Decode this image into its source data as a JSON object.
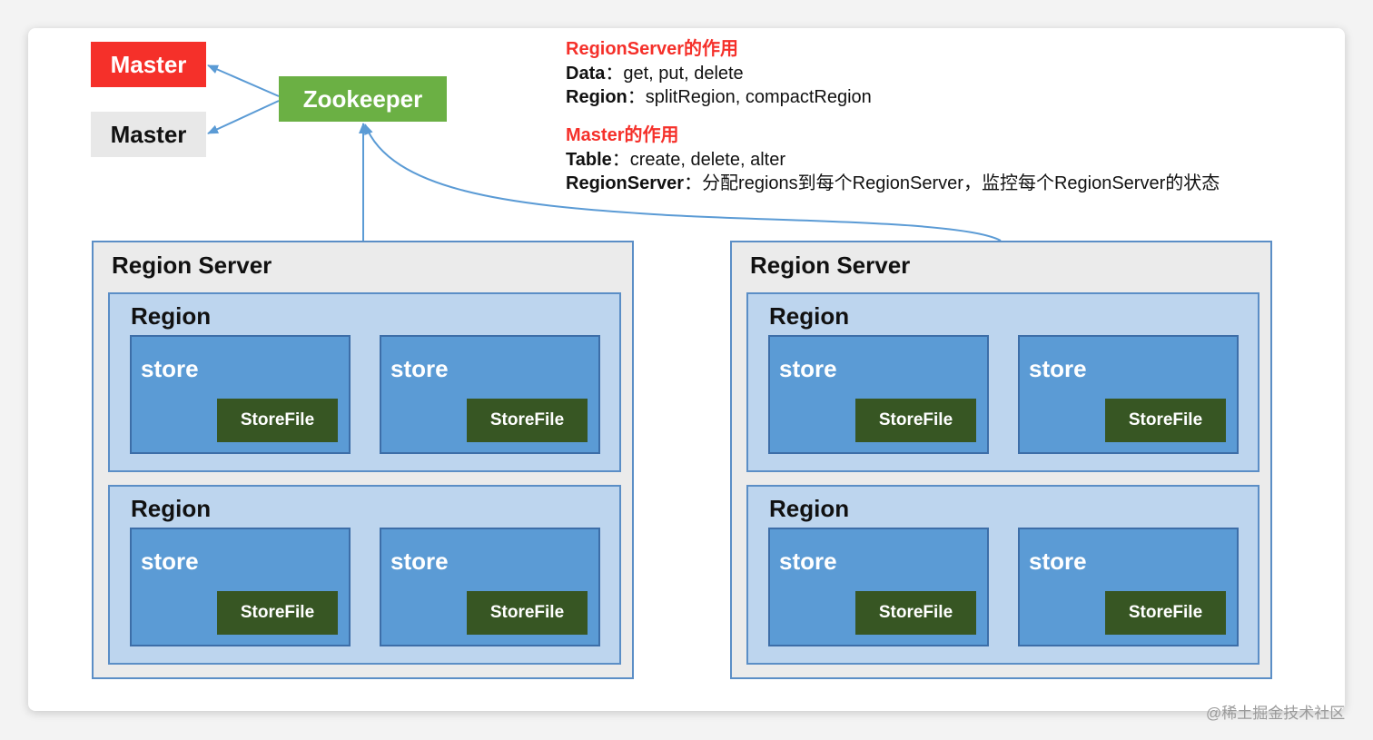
{
  "masters": [
    {
      "label": "Master",
      "state": "active",
      "color": "#f5302a"
    },
    {
      "label": "Master",
      "state": "standby",
      "color": "#e8e8e8"
    }
  ],
  "zookeeper": {
    "label": "Zookeeper",
    "color": "#6bb044"
  },
  "notes": {
    "regionserver_heading": "RegionServer的作用",
    "data_key": "Data",
    "data_value": "get, put, delete",
    "region_key": "Region",
    "region_value": "splitRegion, compactRegion",
    "master_heading": "Master的作用",
    "table_key": "Table",
    "table_value": "create, delete, alter",
    "rs_key": "RegionServer",
    "rs_value": "分配regions到每个RegionServer，监控每个RegionServer的状态",
    "separator": "："
  },
  "region_servers": [
    {
      "title": "Region Server",
      "regions": [
        {
          "title": "Region",
          "stores": [
            {
              "label": "store",
              "file": "StoreFile"
            },
            {
              "label": "store",
              "file": "StoreFile"
            }
          ]
        },
        {
          "title": "Region",
          "stores": [
            {
              "label": "store",
              "file": "StoreFile"
            },
            {
              "label": "store",
              "file": "StoreFile"
            }
          ]
        }
      ]
    },
    {
      "title": "Region Server",
      "regions": [
        {
          "title": "Region",
          "stores": [
            {
              "label": "store",
              "file": "StoreFile"
            },
            {
              "label": "store",
              "file": "StoreFile"
            }
          ]
        },
        {
          "title": "Region",
          "stores": [
            {
              "label": "store",
              "file": "StoreFile"
            },
            {
              "label": "store",
              "file": "StoreFile"
            }
          ]
        }
      ]
    }
  ],
  "watermark": "@稀土掘金技术社区",
  "colors": {
    "arrow": "#5b9bd5",
    "region_server_bg": "#ebebeb",
    "region_bg": "#bdd5ee",
    "store_bg": "#5b9bd5",
    "storefile_bg": "#375623",
    "heading_red": "#f5302a"
  }
}
